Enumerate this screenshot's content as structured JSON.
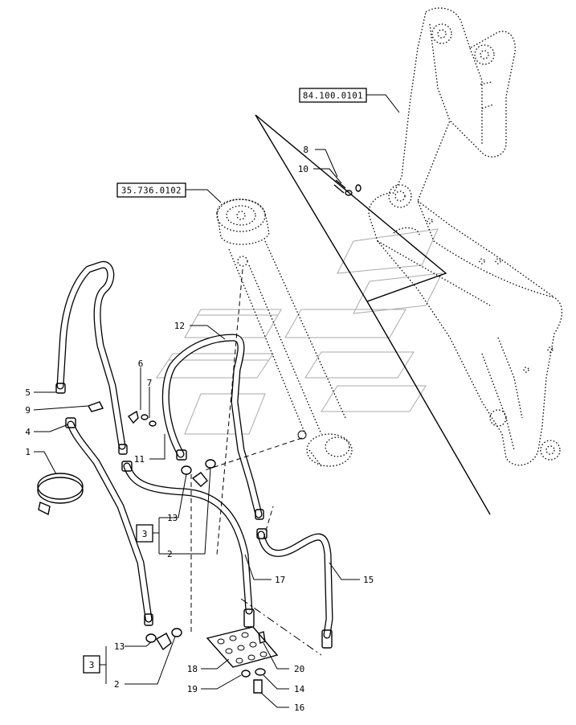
{
  "references": {
    "boom_ref": "84.100.0101",
    "cylinder_ref": "35.736.0102"
  },
  "callouts": {
    "c1": "1",
    "c2a": "2",
    "c2b": "2",
    "c3a": "3",
    "c3b": "3",
    "c4": "4",
    "c5": "5",
    "c6": "6",
    "c7": "7",
    "c8": "8",
    "c9": "9",
    "c10": "10",
    "c11": "11",
    "c12": "12",
    "c13a": "13",
    "c13b": "13",
    "c14": "14",
    "c15": "15",
    "c16": "16",
    "c17": "17",
    "c18": "18",
    "c19": "19",
    "c20": "20"
  }
}
